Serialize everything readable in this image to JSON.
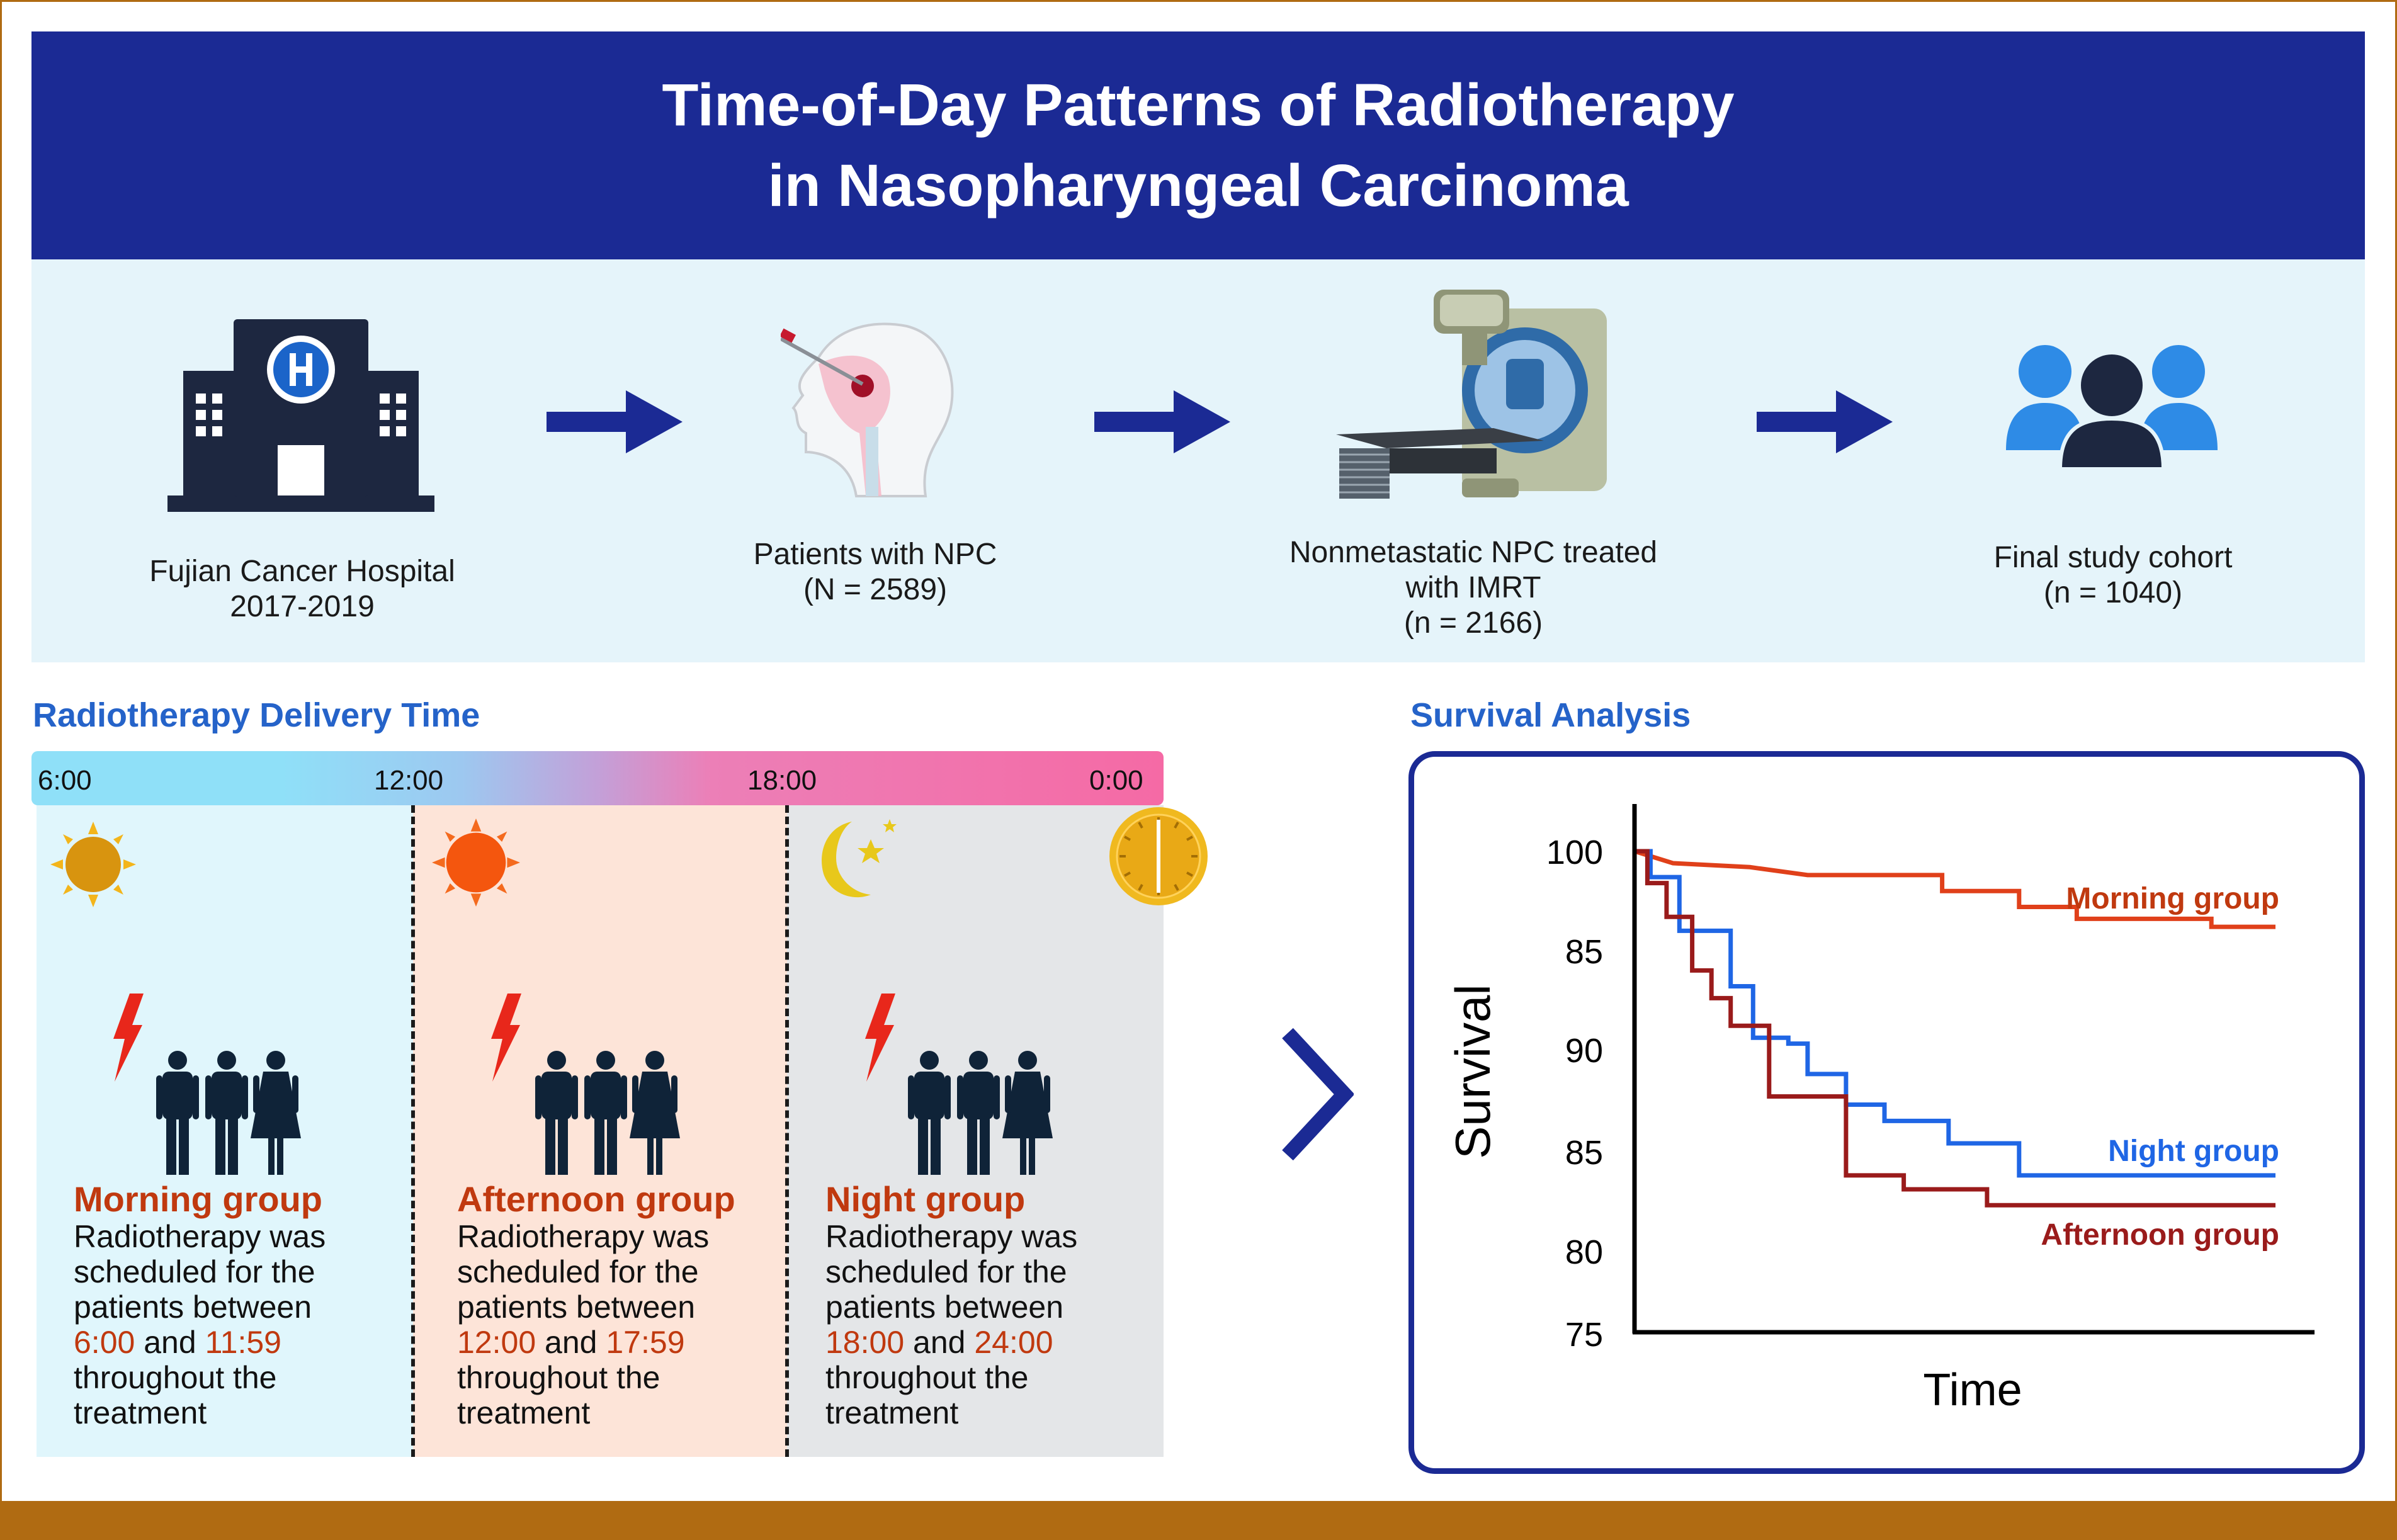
{
  "title": {
    "line1": "Time-of-Day Patterns of Radiotherapy",
    "line2": "in Nasopharyngeal Carcinoma"
  },
  "flow": [
    {
      "line1": "Fujian Cancer Hospital",
      "line2": "2017-2019",
      "icon": "hospital-icon"
    },
    {
      "line1": "Patients with NPC",
      "line2": "(N = 2589)",
      "icon": "head-swab-icon"
    },
    {
      "line1": "Nonmetastatic NPC treated",
      "line2": "with IMRT",
      "line3": "(n = 2166)",
      "icon": "linac-machine-icon"
    },
    {
      "line1": "Final study cohort",
      "line2": "(n = 1040)",
      "icon": "people-group-icon"
    }
  ],
  "delivery": {
    "title": "Radiotherapy Delivery Time",
    "ticks": [
      "6:00",
      "12:00",
      "18:00",
      "0:00"
    ],
    "groups": [
      {
        "name": "Morning group",
        "l1": "Radiotherapy was",
        "l2": "scheduled for the",
        "l3": "patients between",
        "from": "6:00",
        "and": "and",
        "to": "11:59",
        "l5": "throughout the",
        "l6": "treatment"
      },
      {
        "name": "Afternoon group",
        "l1": "Radiotherapy was",
        "l2": "scheduled for the",
        "l3": "patients between",
        "from": "12:00",
        "and": "and",
        "to": "17:59",
        "l5": "throughout the",
        "l6": "treatment"
      },
      {
        "name": "Night group",
        "l1": "Radiotherapy was",
        "l2": "scheduled for the",
        "l3": "patients between",
        "from": "18:00",
        "and": "and",
        "to": "24:00",
        "l5": "throughout the",
        "l6": "treatment"
      }
    ]
  },
  "survival": {
    "title": "Survival Analysis",
    "colors": {
      "morning": "#e0401a",
      "night": "#1f66e5",
      "afternoon": "#9a1b1b",
      "accent": "#c0390f"
    }
  },
  "chart_data": {
    "type": "line",
    "ylabel": "Survival",
    "xlabel": "Time",
    "y_ticks": [
      "100",
      "85",
      "90",
      "85",
      "80",
      "75"
    ],
    "series": [
      {
        "name": "Morning group",
        "points": [
          [
            0,
            100
          ],
          [
            0.06,
            99.4
          ],
          [
            0.18,
            99.2
          ],
          [
            0.27,
            98.8
          ],
          [
            0.48,
            98.8
          ],
          [
            0.48,
            98.0
          ],
          [
            0.6,
            98.0
          ],
          [
            0.6,
            97.2
          ],
          [
            0.69,
            97.2
          ],
          [
            0.69,
            96.6
          ],
          [
            0.9,
            96.6
          ],
          [
            0.9,
            96.2
          ],
          [
            1,
            96.2
          ]
        ]
      },
      {
        "name": "Night group",
        "points": [
          [
            0,
            100
          ],
          [
            0.025,
            100
          ],
          [
            0.025,
            98.7
          ],
          [
            0.07,
            98.7
          ],
          [
            0.07,
            96
          ],
          [
            0.15,
            96
          ],
          [
            0.15,
            93.2
          ],
          [
            0.185,
            93.2
          ],
          [
            0.185,
            90.6
          ],
          [
            0.24,
            90.6
          ],
          [
            0.24,
            90.3
          ],
          [
            0.27,
            90.3
          ],
          [
            0.27,
            88.8
          ],
          [
            0.33,
            88.8
          ],
          [
            0.33,
            87.3
          ],
          [
            0.39,
            87.3
          ],
          [
            0.39,
            86.5
          ],
          [
            0.49,
            86.5
          ],
          [
            0.49,
            85.4
          ],
          [
            0.6,
            85.4
          ],
          [
            0.6,
            83.8
          ],
          [
            1,
            83.8
          ]
        ]
      },
      {
        "name": "Afternoon group",
        "points": [
          [
            0,
            100
          ],
          [
            0.02,
            100
          ],
          [
            0.02,
            98.4
          ],
          [
            0.05,
            98.4
          ],
          [
            0.05,
            96.7
          ],
          [
            0.09,
            96.7
          ],
          [
            0.09,
            94
          ],
          [
            0.12,
            94
          ],
          [
            0.12,
            92.6
          ],
          [
            0.15,
            92.6
          ],
          [
            0.15,
            91.2
          ],
          [
            0.21,
            91.2
          ],
          [
            0.21,
            87.7
          ],
          [
            0.33,
            87.7
          ],
          [
            0.33,
            83.8
          ],
          [
            0.42,
            83.8
          ],
          [
            0.42,
            83.1
          ],
          [
            0.55,
            83.1
          ],
          [
            0.55,
            82.3
          ],
          [
            1,
            82.3
          ]
        ]
      }
    ]
  }
}
